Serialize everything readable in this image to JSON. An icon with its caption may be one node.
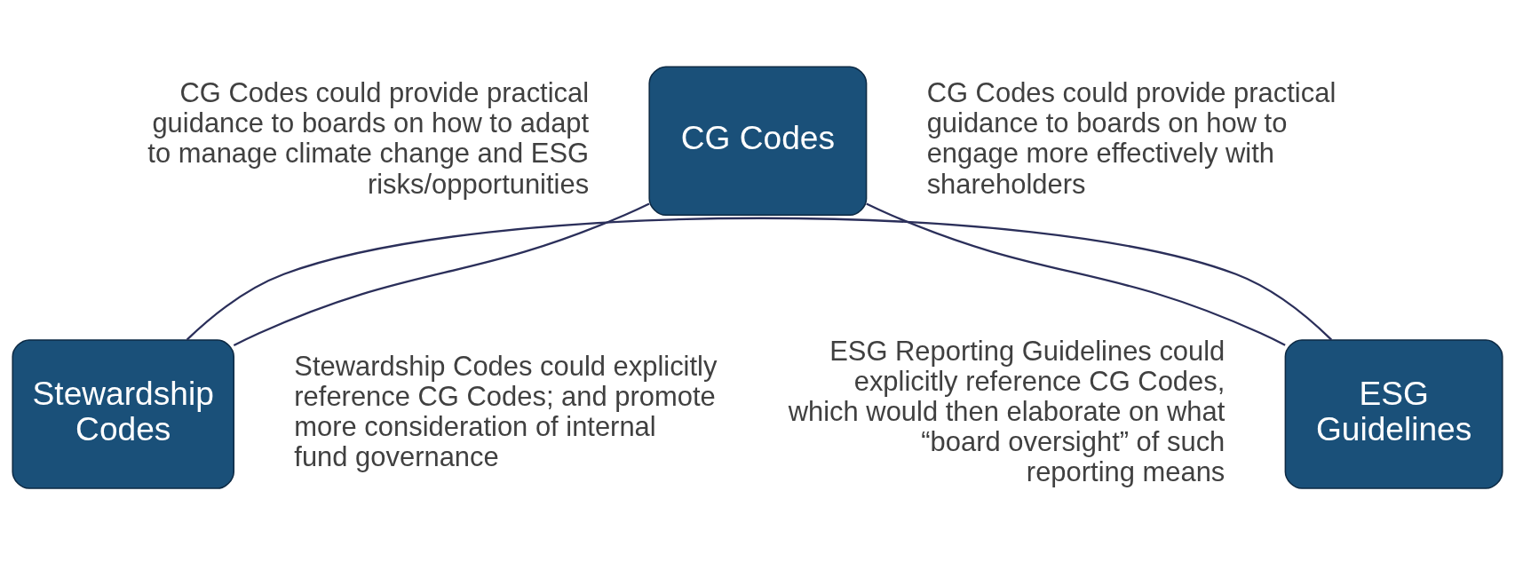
{
  "diagram": {
    "nodes": [
      {
        "text": [
          "CG Codes"
        ],
        "beside": [
          "CG Codes could provide practical guidance to boards on how to adapt to manage climate change and ESG risks/opportunities",
          "CG Codes could provide practical guidance to boards on how to engage more effectively with shareholders"
        ]
      },
      {
        "text": [
          "ESG Guidelines"
        ],
        "beside": [
          "ESG Reporting Guidelines could explicitly reference CG Codes, which would then elaborate on what “board oversight” of such reporting means"
        ]
      },
      {
        "text": [
          "Stewardship Codes"
        ],
        "beside": [
          "Stewardship Codes could explicitly reference CG Codes; and promote more consideration of internal fund governance"
        ]
      }
    ],
    "edges": [
      {
        "from": 0,
        "to": 1,
        "arrow": "none"
      },
      {
        "from": 0,
        "to": 2,
        "arrow": "none"
      },
      {
        "from": 1,
        "to": 2,
        "arrow": "none"
      }
    ]
  }
}
